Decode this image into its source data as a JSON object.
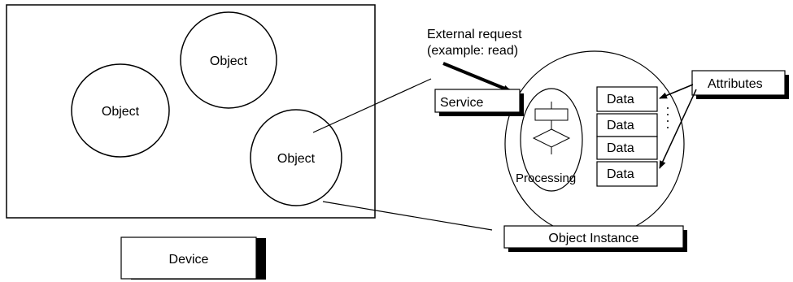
{
  "device": {
    "objects": [
      "Object",
      "Object",
      "Object"
    ],
    "label": "Device"
  },
  "instance": {
    "external_request_line1": "External request",
    "external_request_line2": "(example: read)",
    "service": "Service",
    "processing": "Processing",
    "data_rows": [
      "Data",
      "Data",
      "Data",
      "Data"
    ],
    "attributes": "Attributes",
    "label": "Object Instance"
  }
}
